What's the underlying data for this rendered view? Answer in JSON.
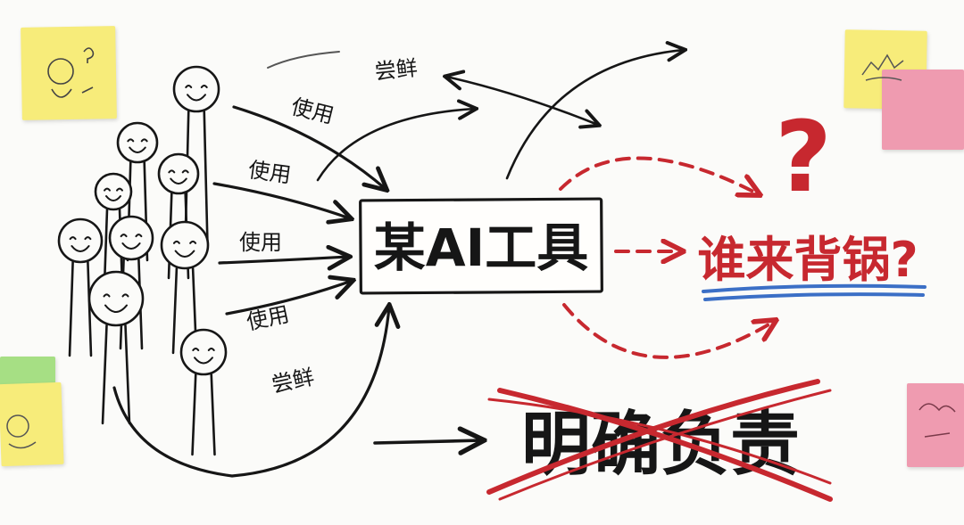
{
  "center_box": {
    "label": "某AI工具"
  },
  "edges": {
    "use_labels": [
      "使用",
      "使用",
      "使用",
      "使用"
    ],
    "taste_labels": [
      "尝鲜",
      "尝鲜"
    ]
  },
  "question": {
    "mark": "?",
    "label": "谁来背锅?"
  },
  "crossed_out": {
    "label": "明确负责"
  },
  "colors": {
    "ink": "#161616",
    "red": "#c7282f",
    "blue": "#3b6fc6",
    "note_yellow": "#f7ec7a",
    "note_pink": "#ef9bb0",
    "note_green": "#a6df84"
  }
}
